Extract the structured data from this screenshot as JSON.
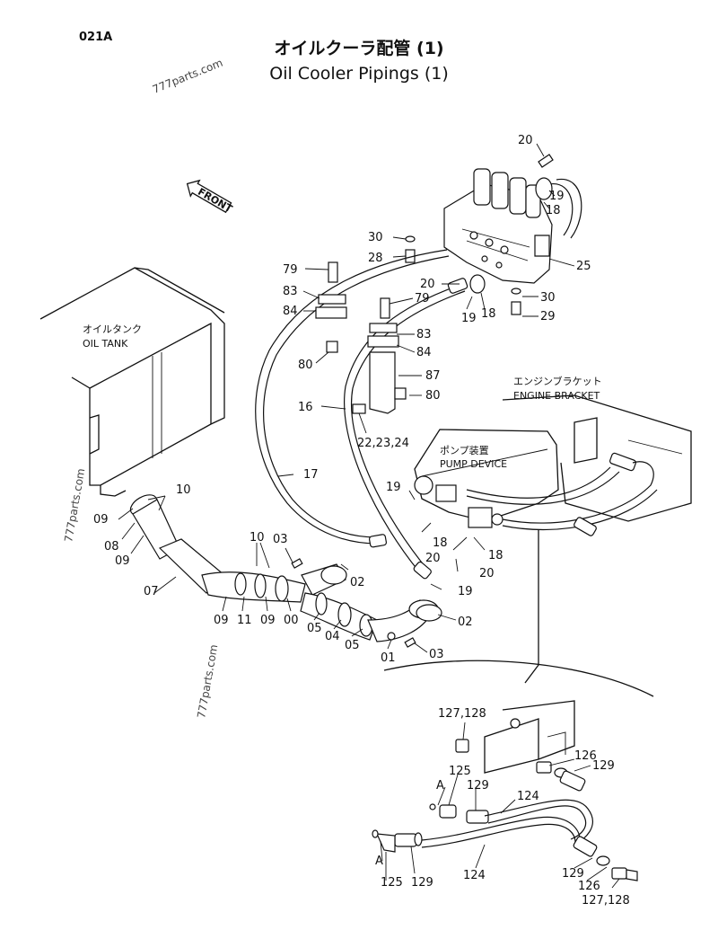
{
  "page_code": "021A",
  "title_jp": "オイルクーラ配管 (1)",
  "title_en": "Oil Cooler Pipings (1)",
  "watermarks": [
    "777parts.com",
    "777parts.com",
    "777parts.com"
  ],
  "front_label": "FRONT",
  "components": {
    "oil_tank_jp": "オイルタンク",
    "oil_tank_en": "OIL TANK",
    "engine_bracket_jp": "エンジンブラケット",
    "engine_bracket_en": "ENGINE BRACKET",
    "pump_device_jp": "ポンプ装置",
    "pump_device_en": "PUMP DEVICE"
  },
  "callouts": [
    "20",
    "19",
    "18",
    "30",
    "28",
    "25",
    "79",
    "83",
    "84",
    "20",
    "79",
    "30",
    "19",
    "18",
    "29",
    "83",
    "84",
    "80",
    "87",
    "80",
    "16",
    "22,23,24",
    "10",
    "17",
    "09",
    "08",
    "09",
    "19",
    "18",
    "20",
    "10",
    "03",
    "02",
    "07",
    "18",
    "20",
    "19",
    "09",
    "11",
    "09",
    "00",
    "05",
    "04",
    "05",
    "02",
    "01",
    "03"
  ],
  "detail_callouts": [
    "127,128",
    "126",
    "129",
    "125",
    "A",
    "129",
    "124",
    "A",
    "125",
    "129",
    "124",
    "129",
    "126",
    "127,128"
  ]
}
